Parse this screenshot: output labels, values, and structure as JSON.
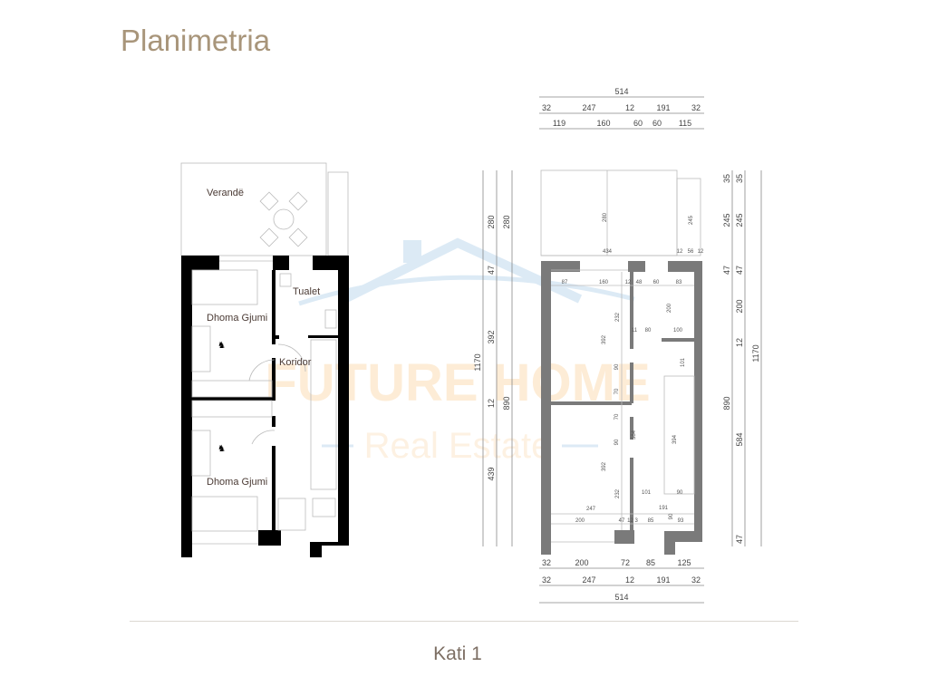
{
  "page": {
    "title": "Planimetria",
    "floor_label": "Kati 1"
  },
  "colors": {
    "title": "#a8957a",
    "wall_furnished": "#000000",
    "wall_dimensioned": "#7a7a7a",
    "watermark_orange": "#f7b25a",
    "watermark_blue": "#6aa8d8"
  },
  "watermark": {
    "line1": "FUTURE HOME",
    "line2": "Real Estate"
  },
  "furnished_plan": {
    "rooms": [
      "Verandë",
      "Tualet",
      "Dhoma Gjumi",
      "Koridor",
      "Dhoma Gjumi"
    ]
  },
  "dimensioned_plan": {
    "top_total": "514",
    "top_row1": [
      "32",
      "247",
      "12",
      "191",
      "32"
    ],
    "top_row2": [
      "119",
      "160",
      "60",
      "60",
      "115"
    ],
    "bottom_row1": [
      "32",
      "200",
      "72",
      "85",
      "125"
    ],
    "bottom_row2": [
      "32",
      "247",
      "12",
      "191",
      "32"
    ],
    "bottom_total": "514",
    "left_col1": [
      "1170"
    ],
    "left_col2": [
      "280",
      "47",
      "392",
      "12",
      "439"
    ],
    "left_col3": [
      "280",
      "890"
    ],
    "right_col1": [
      "35",
      "245",
      "47",
      "890"
    ],
    "right_col2": [
      "35",
      "245",
      "47",
      "200",
      "12",
      "584",
      "47"
    ],
    "right_col3": [
      "1170"
    ],
    "interior": [
      "280",
      "434",
      "245",
      "12",
      "56",
      "12",
      "87",
      "160",
      "12",
      "48",
      "60",
      "83",
      "232",
      "200",
      "392",
      "11",
      "80",
      "100",
      "101",
      "90",
      "70",
      "70",
      "90",
      "584",
      "394",
      "392",
      "232",
      "101",
      "90",
      "247",
      "191",
      "200",
      "47",
      "12 3",
      "85",
      "93",
      "90"
    ]
  }
}
